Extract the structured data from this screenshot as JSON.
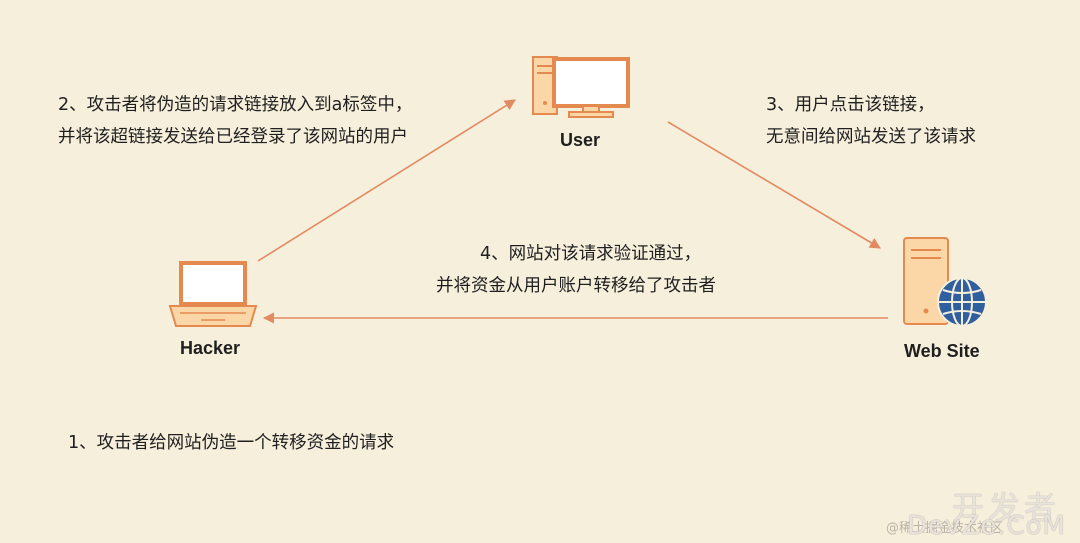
{
  "steps": {
    "step2": [
      "2、攻击者将伪造的请求链接放入到a标签中，",
      "并将该超链接发送给已经登录了该网站的用户"
    ],
    "step3": [
      "3、用户点击该链接，",
      "无意间给网站发送了该请求"
    ],
    "step4": [
      "4、网站对该请求验证通过，",
      "并将资金从用户账户转移给了攻击者"
    ],
    "step1": "1、攻击者给网站伪造一个转移资金的请求"
  },
  "nodes": {
    "user": "User",
    "hacker": "Hacker",
    "website": "Web Site"
  },
  "watermark": {
    "brand": "开发者",
    "url": "DevZe.CoM",
    "small": "@稀土掘金技术社区"
  },
  "colors": {
    "background": "#f6efdc",
    "icon_fill": "#fbd7a8",
    "icon_stroke": "#e58a4e",
    "arrow": "#e28a60",
    "globe": "#2f5f9e"
  }
}
